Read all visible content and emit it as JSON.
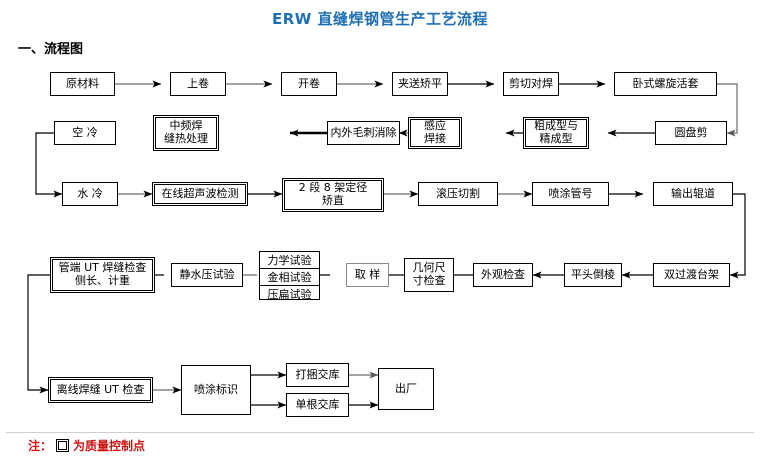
{
  "header": {
    "title": "ERW 直缝焊钢管生产工艺流程",
    "title_color": "#1f6fb4",
    "section_label": "一、流程图"
  },
  "legend": {
    "prefix": "注：",
    "symbol_name": "quality-control-square",
    "text": "为质量控制点",
    "color": "#d31010"
  },
  "nodes": {
    "n01": {
      "label": "原材料"
    },
    "n02": {
      "label": "上卷"
    },
    "n03": {
      "label": "开卷"
    },
    "n04": {
      "label": "夹送矫平"
    },
    "n05": {
      "label": "剪切对焊"
    },
    "n06": {
      "label": "卧式螺旋活套"
    },
    "n07": {
      "label": "圆盘剪"
    },
    "n08": {
      "label_1": "粗成型与",
      "label_2": "精成型"
    },
    "n09": {
      "label_1": "感应",
      "label_2": "焊接"
    },
    "n10": {
      "label": "内外毛刺消除"
    },
    "n11": {
      "label_1": "中频焊",
      "label_2": "缝热处理"
    },
    "n12": {
      "label": "空 冷"
    },
    "n13": {
      "label": "水 冷"
    },
    "n14": {
      "label": "在线超声波检测"
    },
    "n15": {
      "label_1": "2 段 8 架定径",
      "label_2": "矫直"
    },
    "n16": {
      "label": "滚压切割"
    },
    "n17": {
      "label": "喷涂管号"
    },
    "n18": {
      "label": "输出辊道"
    },
    "n19": {
      "label": "双过渡台架"
    },
    "n20": {
      "label": "平头倒棱"
    },
    "n21": {
      "label": "外观检查"
    },
    "n22": {
      "label_1": "几何尺",
      "label_2": "寸检查"
    },
    "n23": {
      "label": "取 样"
    },
    "n24": {
      "cells": [
        "力学试验",
        "金相试验",
        "压扁试验"
      ]
    },
    "n25": {
      "label": "静水压试验"
    },
    "n26": {
      "label_1": "管端 UT 焊缝检查",
      "label_2": "侧长、计重"
    },
    "n27": {
      "label": "离线焊缝 UT 检查"
    },
    "n28": {
      "label": "喷涂标识"
    },
    "n29": {
      "label": "打捆交库"
    },
    "n30": {
      "label": "单根交库"
    },
    "n31": {
      "label": "出厂"
    }
  },
  "quality_control_nodes": [
    "n08",
    "n09",
    "n11",
    "n14",
    "n15",
    "n26",
    "n27"
  ]
}
